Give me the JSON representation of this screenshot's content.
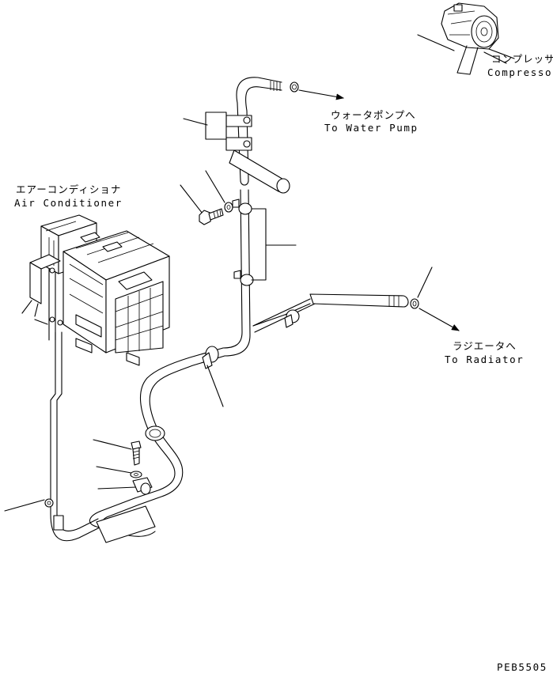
{
  "labels": {
    "compressor_jp": "コンプレッサ",
    "compressor_en": "Compressor",
    "water_pump_jp": "ウォータポンプへ",
    "water_pump_en": "To Water Pump",
    "air_conditioner_jp": "エアーコンディショナ",
    "air_conditioner_en": "Air Conditioner",
    "radiator_jp": "ラジエータへ",
    "radiator_en": "To Radiator",
    "drawing_code": "PEB5505"
  }
}
